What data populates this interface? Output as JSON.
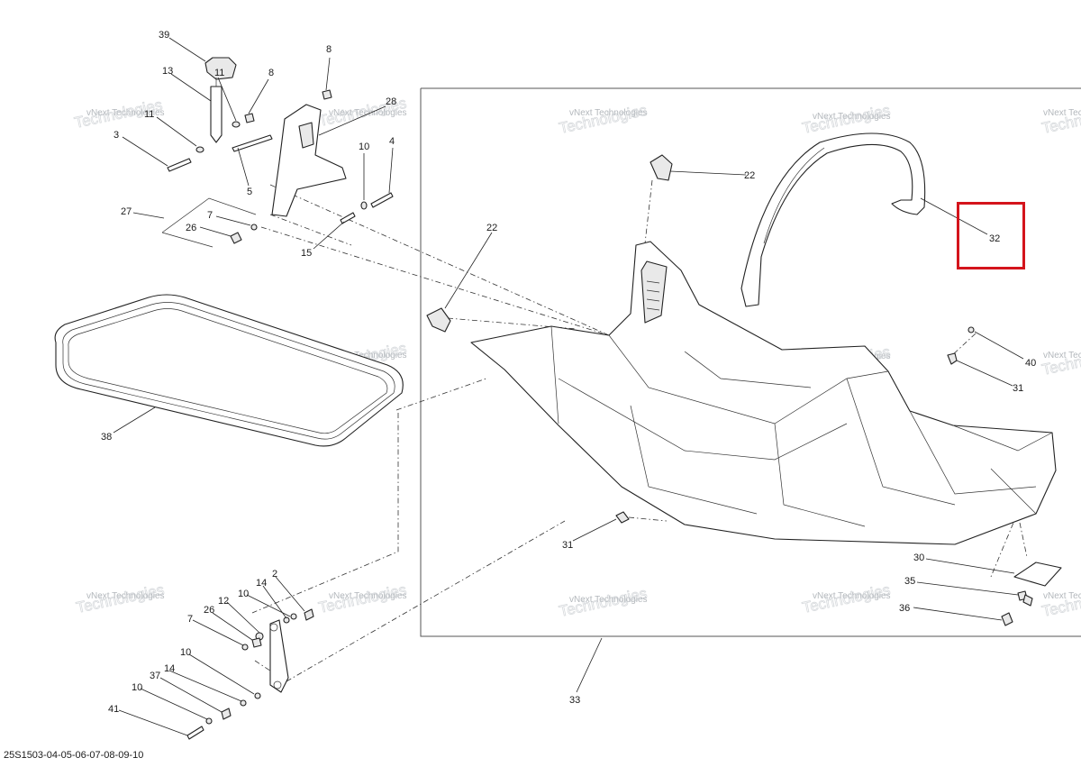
{
  "drawing_number": "25S1503-04-05-06-07-08-09-10",
  "watermark": {
    "line1": "vNext Technologies",
    "line2": "Technologies"
  },
  "callouts": {
    "c39": "39",
    "c13": "13",
    "c11a": "11",
    "c8a": "8",
    "c8b": "8",
    "c11b": "11",
    "c3a": "3",
    "c5": "5",
    "c28": "28",
    "c10a": "10",
    "c4": "4",
    "c27": "27",
    "c7a": "7",
    "c26a": "26",
    "c15": "15",
    "c22a": "22",
    "c22b": "22",
    "c32": "32",
    "c40": "40",
    "c31a": "31",
    "c38": "38",
    "c31b": "31",
    "c30": "30",
    "c35": "35",
    "c36": "36",
    "c33": "33",
    "c2": "2",
    "c14a": "14",
    "c10b": "10",
    "c12": "12",
    "c26b": "26",
    "c7b": "7",
    "c10c": "10",
    "c37": "37",
    "c14b": "14",
    "c10d": "10",
    "c41": "41"
  },
  "highlight": {
    "label": "32",
    "color": "#d4141c"
  }
}
